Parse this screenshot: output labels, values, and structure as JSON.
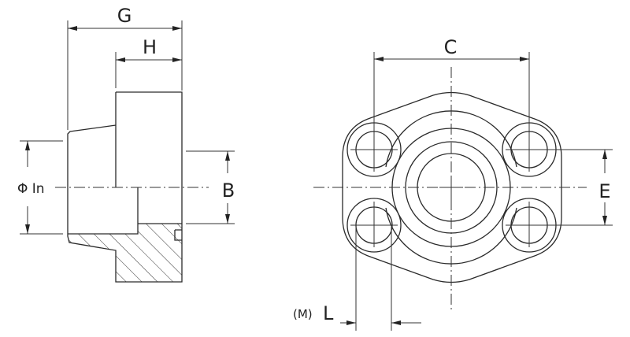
{
  "labels": {
    "g": "G",
    "h": "H",
    "phi_in": "Φ In",
    "b": "B",
    "c": "C",
    "e": "E",
    "m": "(M)",
    "l": "L"
  },
  "colors": {
    "line": "#2a2a2a",
    "background": "#ffffff"
  }
}
